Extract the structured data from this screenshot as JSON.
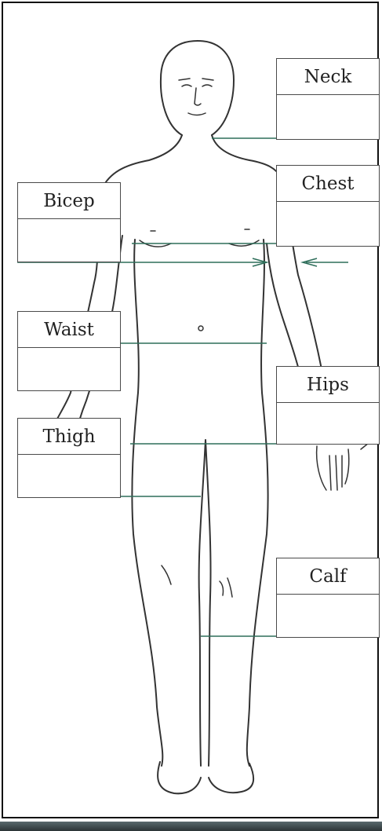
{
  "measurements": {
    "neck": {
      "label": "Neck",
      "value": ""
    },
    "chest": {
      "label": "Chest",
      "value": ""
    },
    "bicep": {
      "label": "Bicep",
      "value": ""
    },
    "waist": {
      "label": "Waist",
      "value": ""
    },
    "hips": {
      "label": "Hips",
      "value": ""
    },
    "thigh": {
      "label": "Thigh",
      "value": ""
    },
    "calf": {
      "label": "Calf",
      "value": ""
    }
  },
  "colors": {
    "line": "#2e6e5a",
    "outline": "#333333"
  }
}
